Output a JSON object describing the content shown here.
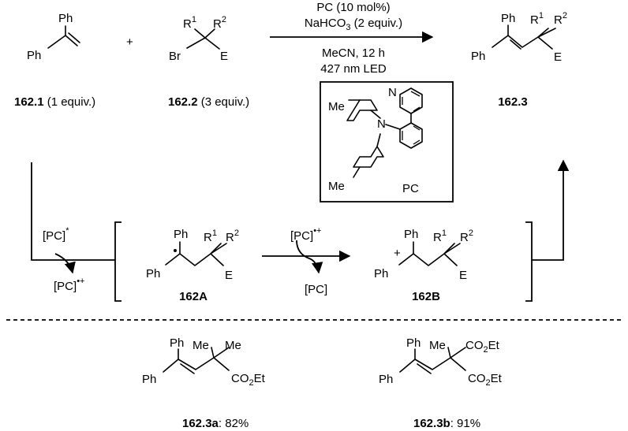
{
  "substrates": {
    "alkene": {
      "ph_top": "Ph",
      "ph_left": "Ph",
      "compound_id": "162.1",
      "equiv_text": " (1 equiv.)"
    },
    "bromide": {
      "r1": "R",
      "r1_sup": "1",
      "r2": "R",
      "r2_sup": "2",
      "br": "Br",
      "e": "E",
      "compound_id": "162.2",
      "equiv_text": " (3 equiv.)"
    },
    "plus": "+"
  },
  "conditions": {
    "line1": "PC (10 mol%)",
    "line2_pre": "NaHCO",
    "line2_sub": "3",
    "line2_post": " (2 equiv.)",
    "line3": "MeCN, 12 h",
    "line4": "427 nm LED"
  },
  "product": {
    "ph_top": "Ph",
    "ph_left": "Ph",
    "r1": "R",
    "r1_sup": "1",
    "r2": "R",
    "r2_sup": "2",
    "e": "E",
    "compound_id": "162.3"
  },
  "catalyst_box": {
    "n": "N",
    "n_pyr": "N",
    "me_top": "Me",
    "me_bottom": "Me",
    "label": "PC"
  },
  "mechanism": {
    "pc_excited": "[PC]",
    "pc_excited_sup": "*",
    "pc_radical_cation_1": "[PC]",
    "pc_radical_cation_1_sup": "•+",
    "pc_radical_cation_2": "[PC]",
    "pc_radical_cation_2_sup": "•+",
    "pc_ground": "[PC]",
    "int_a": {
      "ph_top": "Ph",
      "ph_left": "Ph",
      "r1": "R",
      "r1_sup": "1",
      "r2": "R",
      "r2_sup": "2",
      "e": "E",
      "label": "162A"
    },
    "int_b": {
      "plus": "+",
      "ph_top": "Ph",
      "ph_left": "Ph",
      "r1": "R",
      "r1_sup": "1",
      "r2": "R",
      "r2_sup": "2",
      "e": "E",
      "label": "162B"
    }
  },
  "examples": [
    {
      "ph_top": "Ph",
      "ph_left": "Ph",
      "me1": "Me",
      "me2": "Me",
      "ester_pre": "CO",
      "ester_sub": "2",
      "ester_post": "Et",
      "label": "162.3a",
      "yield_text": ": 82%"
    },
    {
      "ph_top": "Ph",
      "ph_left": "Ph",
      "me1": "Me",
      "ester1_pre": "CO",
      "ester1_sub": "2",
      "ester1_post": "Et",
      "ester2_pre": "CO",
      "ester2_sub": "2",
      "ester2_post": "Et",
      "label": "162.3b",
      "yield_text": ": 91%"
    }
  ]
}
